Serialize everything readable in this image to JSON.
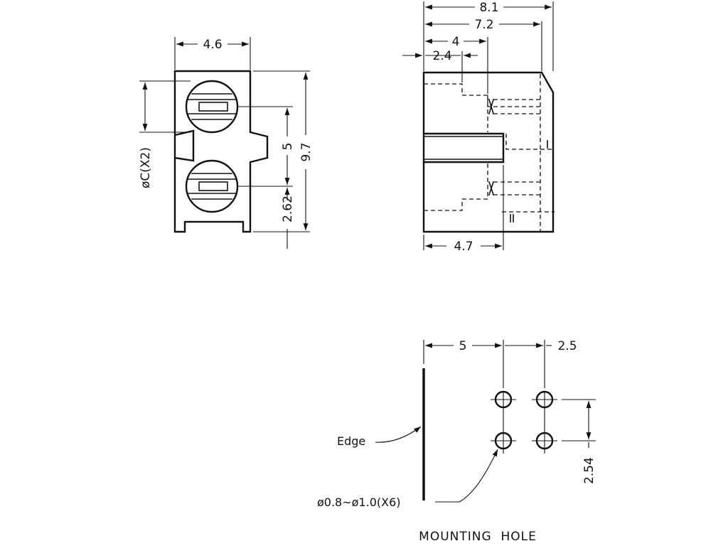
{
  "front_view": {
    "dim_width": "4.6",
    "dim_height": "9.7",
    "dim_pitch": "5",
    "dim_offset": "2.62",
    "dim_diameter": "øC(X2)"
  },
  "side_view": {
    "dim_overall": "8.1",
    "dim_72": "7.2",
    "dim_4": "4",
    "dim_24": "2.4",
    "dim_47": "4.7"
  },
  "mounting_hole": {
    "dim_5": "5",
    "dim_25": "2.5",
    "dim_254": "2.54",
    "edge_label": "Edge",
    "hole_label": "ø0.8~ø1.0(X6)",
    "title": "MOUNTING  HOLE"
  }
}
